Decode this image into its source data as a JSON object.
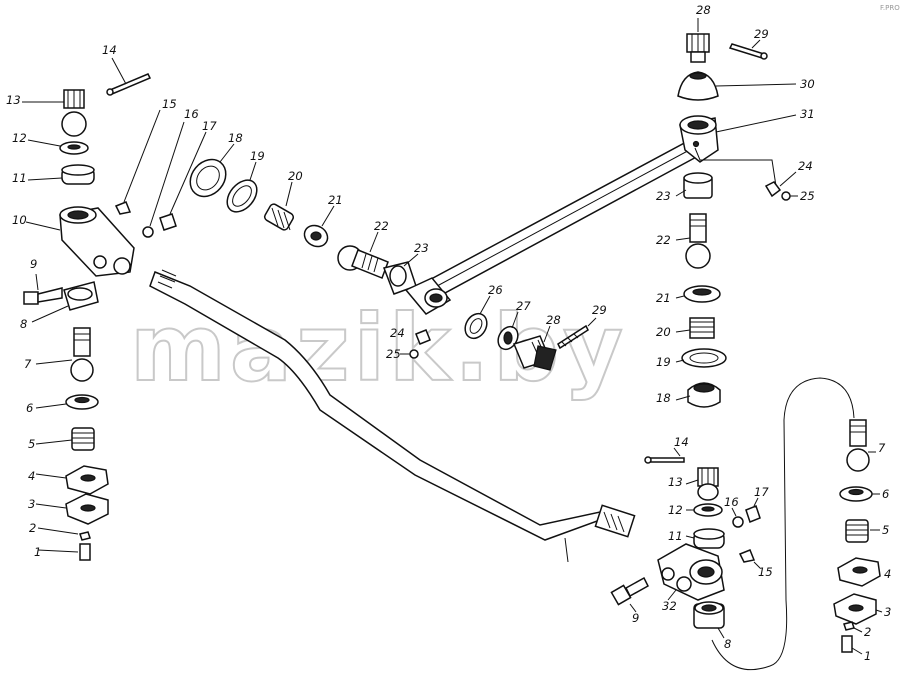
{
  "watermark": "mazik.by",
  "corner_mark": "F.PRO",
  "labels": [
    "1",
    "2",
    "3",
    "4",
    "5",
    "6",
    "7",
    "8",
    "9",
    "10",
    "11",
    "12",
    "13",
    "14",
    "15",
    "16",
    "17",
    "18",
    "19",
    "20",
    "21",
    "22",
    "23",
    "24",
    "25",
    "26",
    "27",
    "28",
    "29",
    "30",
    "31",
    "32"
  ]
}
